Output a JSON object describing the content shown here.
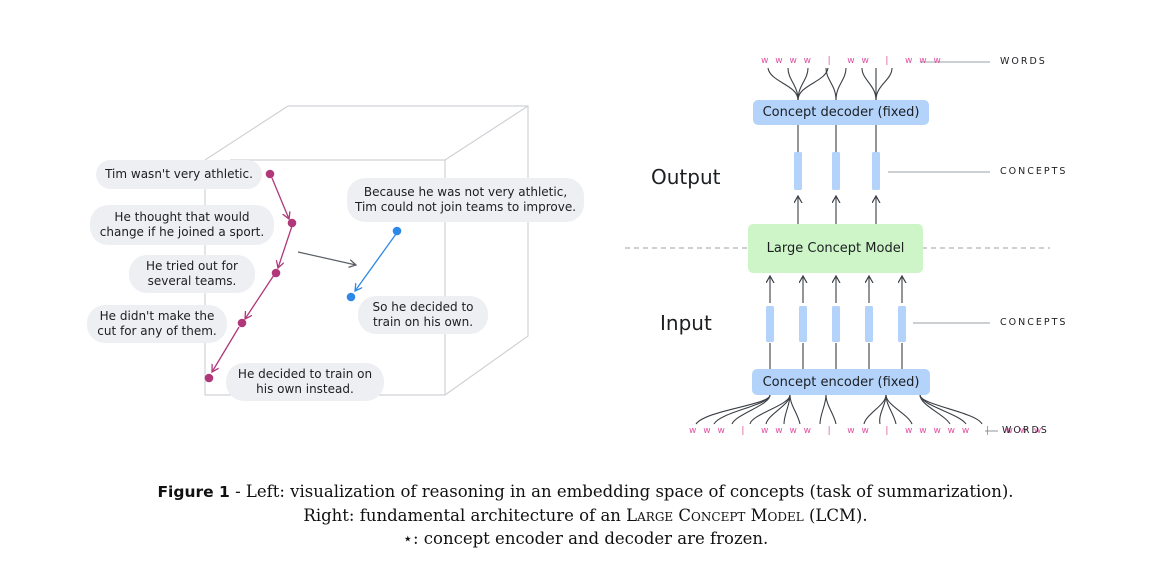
{
  "left_panel": {
    "bubbles": [
      "Tim wasn't very athletic.",
      "He thought that would\nchange if he joined a sport.",
      "He tried out for\nseveral teams.",
      "He didn't make the\ncut for any of them.",
      "He decided to train on\nhis own instead.",
      "Because he was not very athletic,\nTim could not join teams to improve.",
      "So he decided to\ntrain on his own."
    ],
    "colors": {
      "source_chain": "#b0387a",
      "summary_chain": "#2d88e8",
      "cube_lines": "#cfd2d6",
      "mapping_arrow": "#5a5f66"
    }
  },
  "right_panel": {
    "output_label": "Output",
    "input_label": "Input",
    "decoder_label": "Concept decoder (fixed)",
    "model_label": "Large Concept Model",
    "encoder_label": "Concept encoder (fixed)",
    "tag_words": "WORDS",
    "tag_concepts": "CONCEPTS",
    "top_words": "w w w w   |   w w   |   w w w",
    "bottom_words": "w w w   |   w w w w   |   w w   |   w w w w w   |   w w w",
    "colors": {
      "encoder_box": "#b3d3fb",
      "concept_bar": "#b3d3fb",
      "model_box": "#cdf5c8",
      "word_text": "#e0509f",
      "lines": "#3a3f45"
    }
  },
  "caption": {
    "label": "Figure 1",
    "line1": " - Left: visualization of reasoning in an embedding space of concepts (task of summarization).",
    "line2_prefix": "Right: fundamental architecture of an ",
    "line2_smallcaps": "Large Concept Model",
    "line2_suffix": " (LCM).",
    "line3": "⋆: concept encoder and decoder are frozen."
  }
}
